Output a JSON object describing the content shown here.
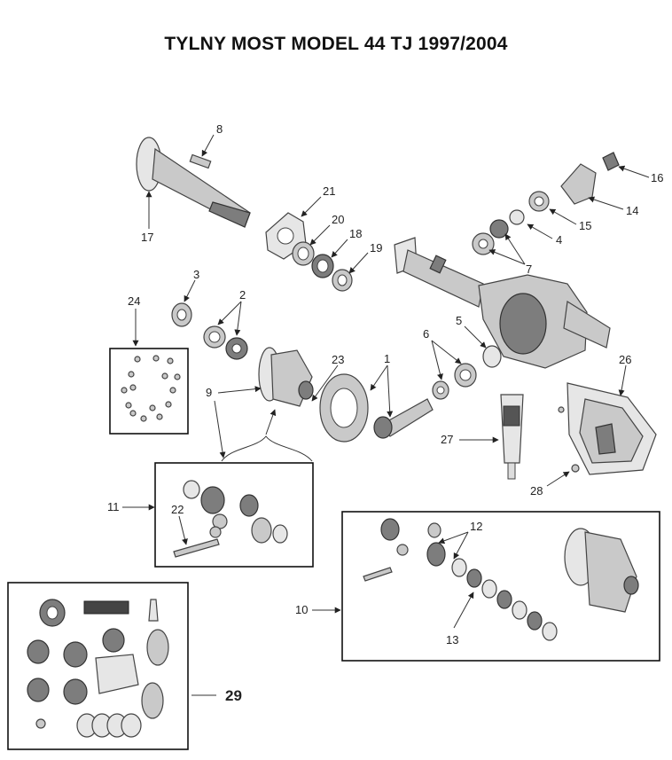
{
  "title": "TYLNY MOST MODEL 44 TJ 1997/2004",
  "callouts": [
    "1",
    "2",
    "3",
    "4",
    "5",
    "6",
    "7",
    "8",
    "9",
    "10",
    "11",
    "12",
    "13",
    "14",
    "15",
    "16",
    "17",
    "18",
    "19",
    "20",
    "21",
    "22",
    "23",
    "24",
    "26",
    "27",
    "28",
    "29"
  ]
}
